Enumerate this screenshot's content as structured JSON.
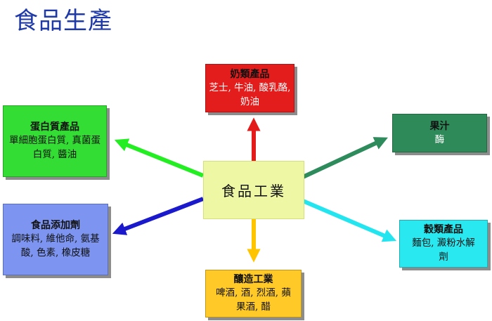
{
  "title": "食品生產",
  "center": "食品工業",
  "nodes": {
    "dairy": {
      "title": "奶類產品",
      "items": "芝士, 牛油, 酸乳酪, 奶油",
      "color": "#e02020"
    },
    "juice": {
      "title": "果汁",
      "items": "酶",
      "color": "#2e8b57"
    },
    "protein": {
      "title": "蛋白質產品",
      "items": "單細胞蛋白質, 真菌蛋白質, 醬油",
      "color": "#33dd33"
    },
    "additive": {
      "title": "食品添加劑",
      "items": "調味料, 維他命, 氨基酸, 色素, 橡皮糖",
      "color": "#7d93f0"
    },
    "cereal": {
      "title": "穀類產品",
      "items": "麵包, 澱粉水解劑",
      "color": "#28e8ee"
    },
    "brewing": {
      "title": "釀造工業",
      "items": "啤酒, 酒, 烈酒, 蘋果酒, 醋",
      "color": "#ffcc22"
    }
  }
}
